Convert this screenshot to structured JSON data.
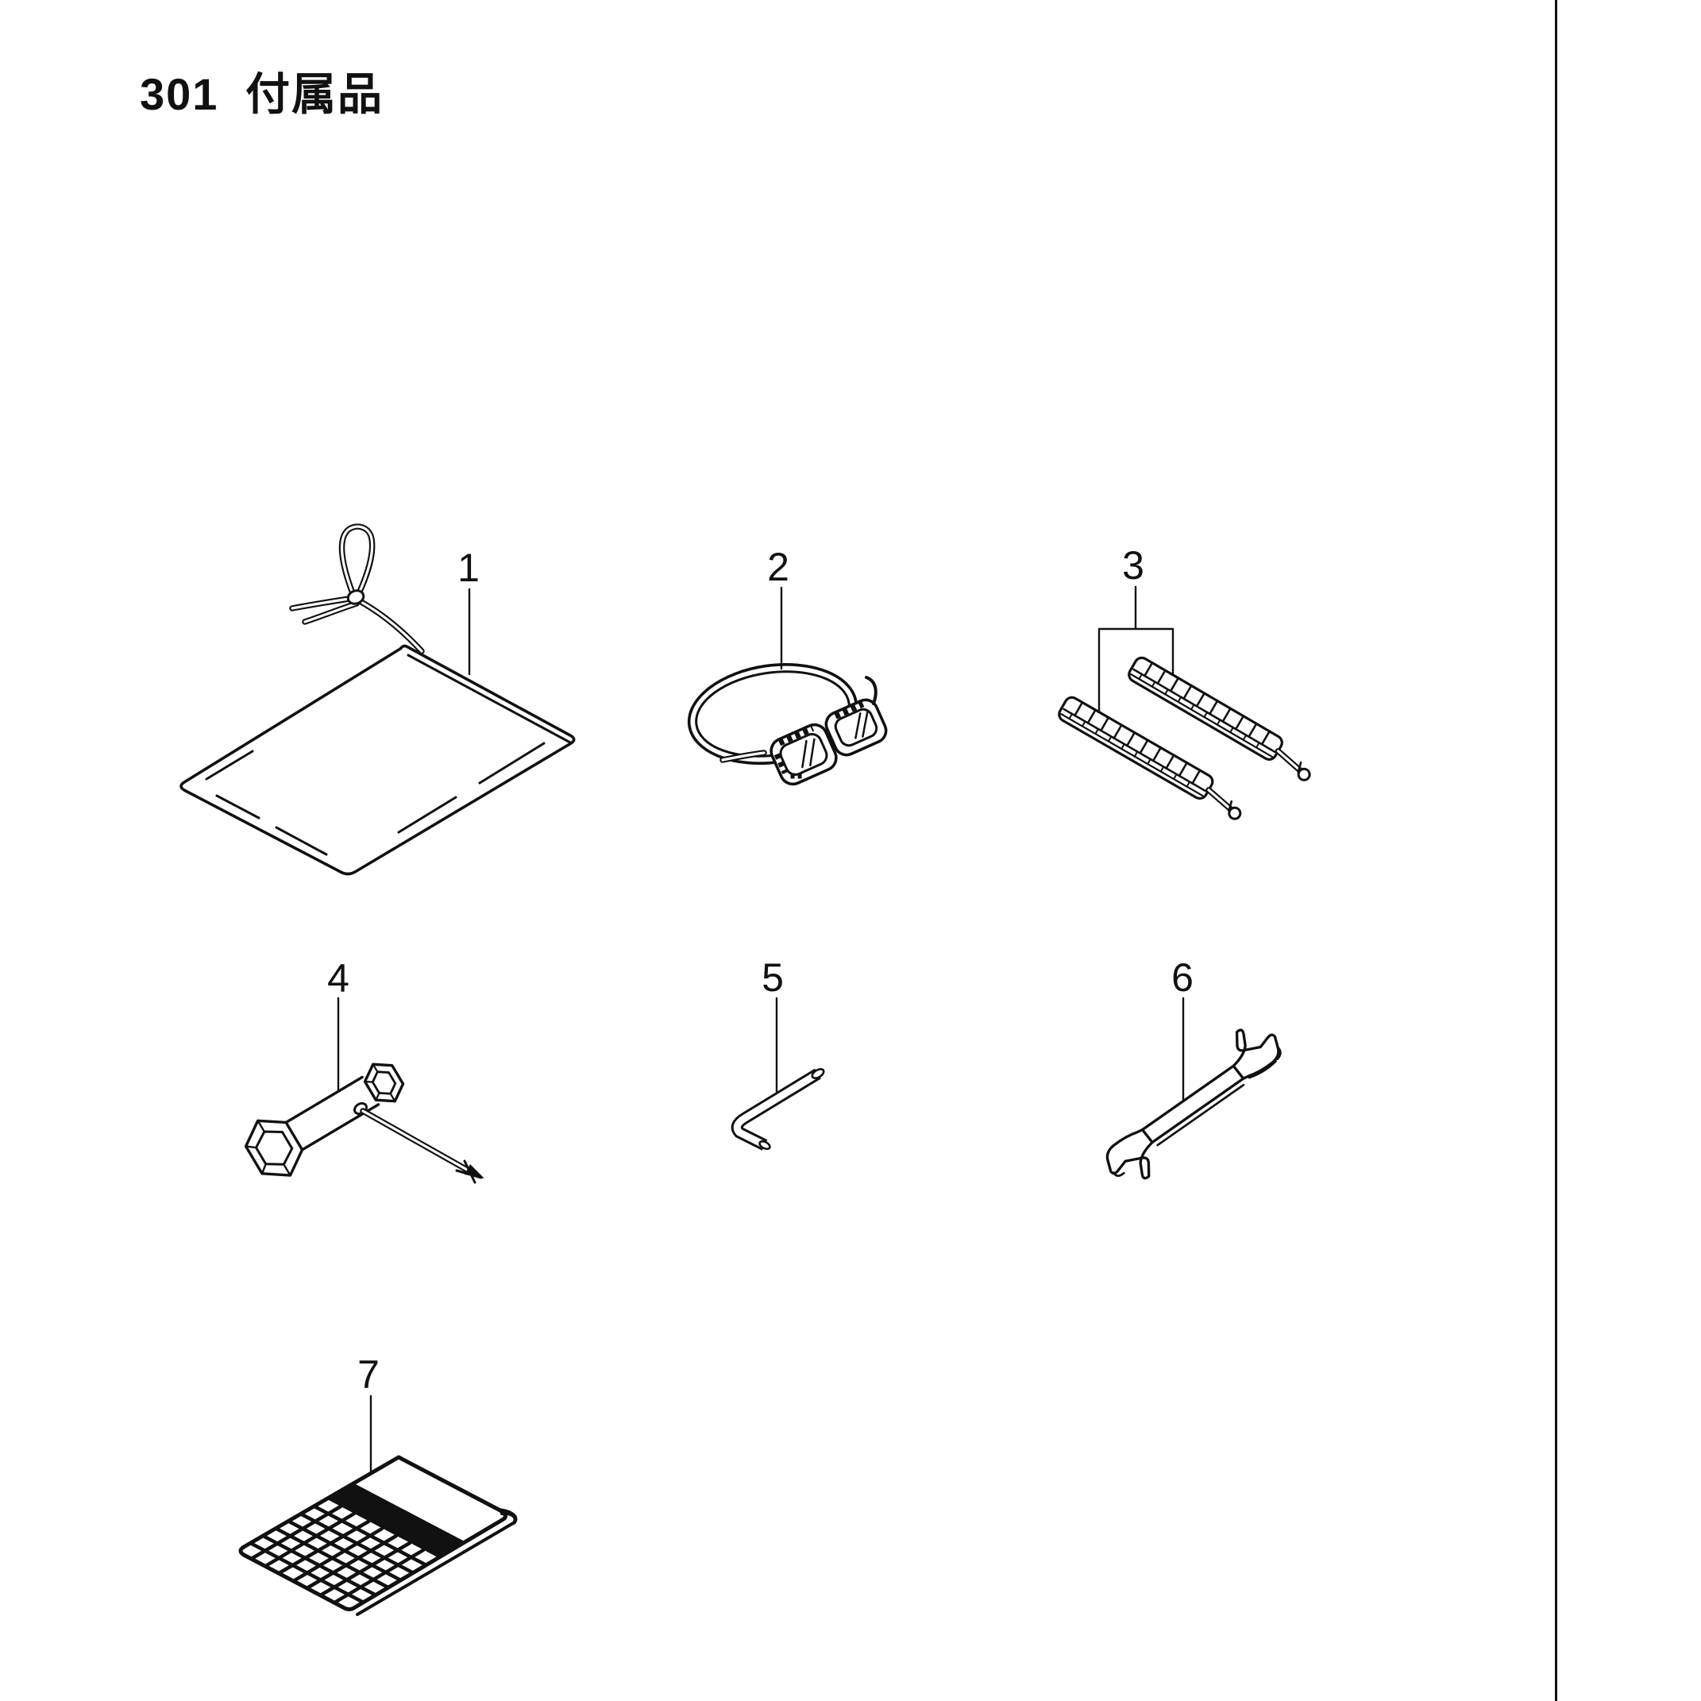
{
  "page": {
    "title": "301 付属品",
    "section_code": "301",
    "section_name": "付属品",
    "ink_color": "#111111",
    "background_color": "#ffffff"
  },
  "parts": [
    {
      "ref": "1",
      "icon": "tool-bag-icon",
      "depicts": "flat tool bag with drawstring tie"
    },
    {
      "ref": "2",
      "icon": "safety-goggles-icon",
      "depicts": "safety goggles with elastic strap"
    },
    {
      "ref": "3",
      "icon": "blade-cover-icon",
      "depicts": "pair of segmented blade cover strips with tie cords"
    },
    {
      "ref": "4",
      "icon": "socket-wrench-icon",
      "depicts": "T-handle box socket wrench with screwdriver shaft"
    },
    {
      "ref": "5",
      "icon": "hex-key-icon",
      "depicts": "L-shaped hex key"
    },
    {
      "ref": "6",
      "icon": "open-end-wrench-icon",
      "depicts": "double open-end wrench"
    },
    {
      "ref": "7",
      "icon": "booklet-icon",
      "depicts": "instruction booklet with grid cover"
    }
  ]
}
